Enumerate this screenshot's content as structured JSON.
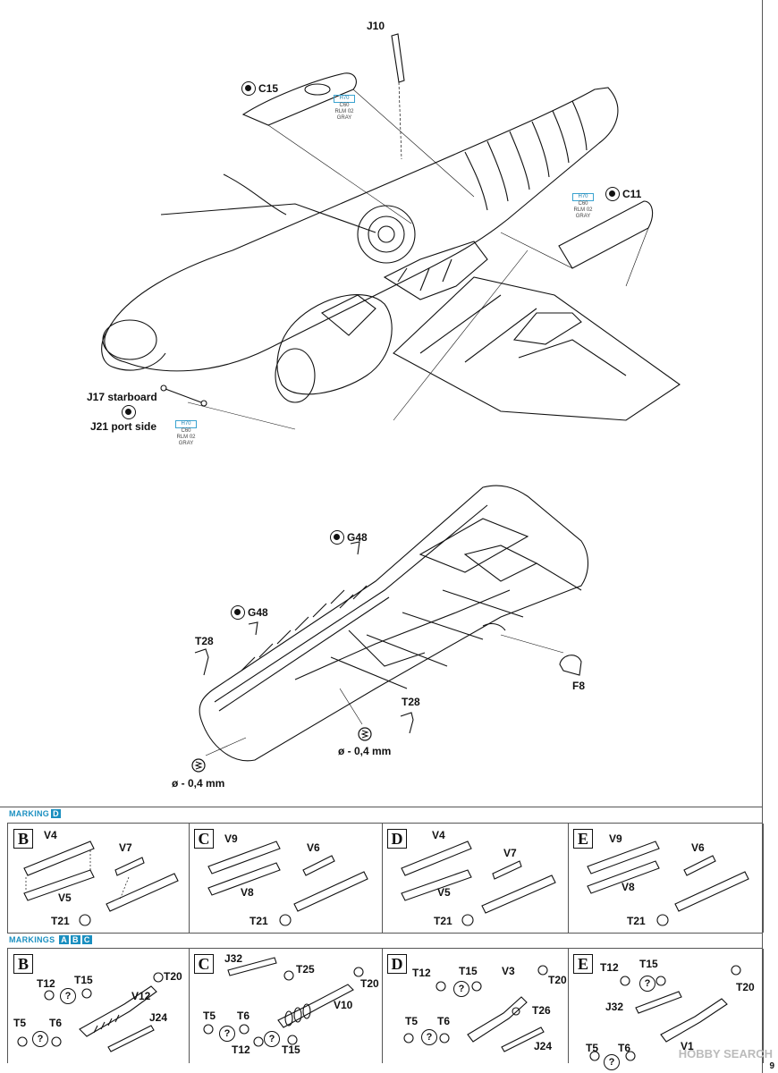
{
  "top": {
    "labels": {
      "j10": "J10",
      "c15": "C15",
      "c11": "C11",
      "j17": "J17 starboard",
      "j21": "J21 port side"
    },
    "paint": {
      "h": "H70",
      "c": "C60",
      "rlm": "RLM 02",
      "gray": "GRAY"
    }
  },
  "wing": {
    "labels": {
      "g48a": "G48",
      "g48b": "G48",
      "t28a": "T28",
      "t28b": "T28",
      "f8": "F8",
      "drill1": "ø - 0,4 mm",
      "drill2": "ø - 0,4 mm"
    }
  },
  "marking_d": {
    "header": "MARKING",
    "header_box": "D",
    "panels": [
      {
        "letter": "B",
        "top": "V4",
        "mid": "V7",
        "bot": "V5",
        "t": "T21"
      },
      {
        "letter": "C",
        "top": "V9",
        "mid": "V6",
        "bot": "V8",
        "t": "T21"
      },
      {
        "letter": "D",
        "top": "V4",
        "mid": "V7",
        "bot": "V5",
        "t": "T21"
      },
      {
        "letter": "E",
        "top": "V9",
        "mid": "V6",
        "bot": "V8",
        "t": "T21"
      }
    ]
  },
  "markings_abc": {
    "header": "MARKINGS",
    "boxes": [
      "A",
      "B",
      "C"
    ],
    "panels": [
      {
        "letter": "B",
        "labels": [
          "T12",
          "T15",
          "T20",
          "V12",
          "J24",
          "T5",
          "T6"
        ]
      },
      {
        "letter": "C",
        "labels": [
          "J32",
          "T25",
          "T20",
          "V10",
          "T5",
          "T6",
          "T12",
          "T15"
        ]
      },
      {
        "letter": "D",
        "labels": [
          "T12",
          "T15",
          "V3",
          "T20",
          "T26",
          "T5",
          "T6",
          "J24"
        ]
      },
      {
        "letter": "E",
        "labels": [
          "T12",
          "T15",
          "T20",
          "J32",
          "T5",
          "T6",
          "V1"
        ]
      }
    ]
  },
  "page_number": "9",
  "watermark": "HOBBY SEARCH",
  "colors": {
    "accent": "#1a8fc0",
    "line": "#111111"
  }
}
